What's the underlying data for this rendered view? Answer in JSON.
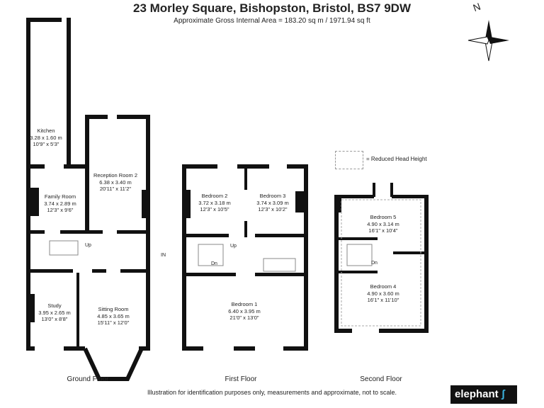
{
  "header": {
    "title": "23 Morley Square, Bishopston, Bristol, BS7 9DW",
    "subtitle": "Approximate Gross Internal Area = 183.20 sq m / 1971.94 sq ft"
  },
  "compass": {
    "label": "N"
  },
  "legend": {
    "label": "= Reduced Head Height"
  },
  "ground_floor": {
    "label": "Ground Floor",
    "rooms": [
      {
        "name": "Kitchen",
        "metric": "3.28 x 1.60 m",
        "imperial": "10'9\" x 5'3\""
      },
      {
        "name": "Reception Room 2",
        "metric": "6.38 x 3.40 m",
        "imperial": "20'11\" x 11'2\""
      },
      {
        "name": "Family Room",
        "metric": "3.74 x 2.89 m",
        "imperial": "12'3\" x 9'6\""
      },
      {
        "name": "Study",
        "metric": "3.95 x 2.65 m",
        "imperial": "13'0\" x 8'8\""
      },
      {
        "name": "Sitting Room",
        "metric": "4.85 x 3.65 m",
        "imperial": "15'11\" x 12'0\""
      }
    ],
    "stairs": "Up",
    "entrance": "IN"
  },
  "first_floor": {
    "label": "First Floor",
    "rooms": [
      {
        "name": "Bedroom 2",
        "metric": "3.72 x 3.18 m",
        "imperial": "12'3\" x 10'5\""
      },
      {
        "name": "Bedroom 3",
        "metric": "3.74 x 3.09 m",
        "imperial": "12'3\" x 10'2\""
      },
      {
        "name": "Bedroom 1",
        "metric": "6.40 x 3.95 m",
        "imperial": "21'0\" x 13'0\""
      }
    ],
    "stairs_up": "Up",
    "stairs_down": "Dn"
  },
  "second_floor": {
    "label": "Second Floor",
    "rooms": [
      {
        "name": "Bedroom 5",
        "metric": "4.90 x 3.14 m",
        "imperial": "16'1\" x 10'4\""
      },
      {
        "name": "Bedroom 4",
        "metric": "4.90 x 3.60 m",
        "imperial": "16'1\" x 11'10\""
      }
    ],
    "stairs_down": "Dn"
  },
  "footer": {
    "disclaimer": "Illustration for identification purposes only, measurements and approximate, not to scale.",
    "brand": "elephant"
  }
}
